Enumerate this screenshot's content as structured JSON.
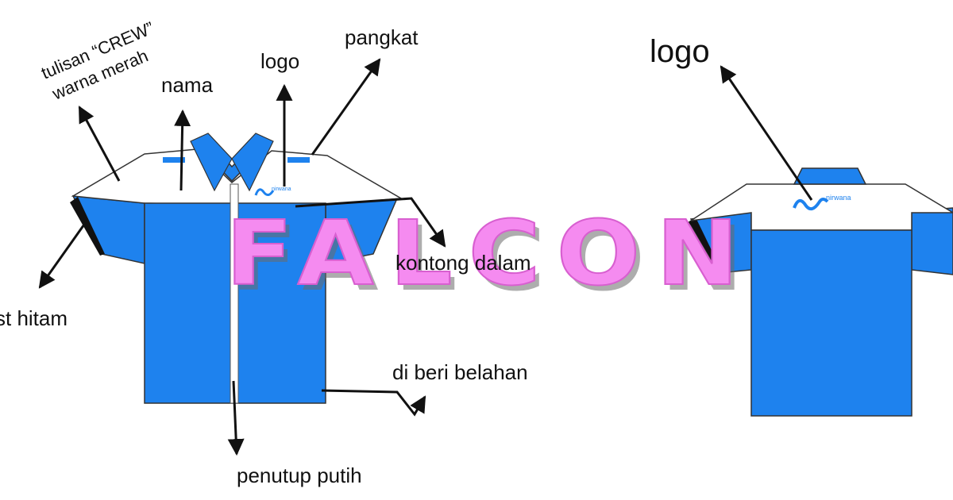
{
  "colors": {
    "shirt_blue": "#1E82EE",
    "collar_white": "#FFFFFF",
    "outline": "#333333",
    "piping_black": "#111111",
    "watermark_pink": "#F58BF0",
    "arrow": "#111111"
  },
  "labels": {
    "crew_text": "tulisan “CREW”",
    "crew_color": "warna merah",
    "name": "nama",
    "logo_front": "logo",
    "rank": "pangkat",
    "logo_back": "logo",
    "inner_pocket": "kontong dalam",
    "black_piping": "st hitam",
    "slit": "di beri belahan",
    "white_placket": "penutup putih"
  },
  "badge_text": "nirwana",
  "watermark": "FALCON"
}
